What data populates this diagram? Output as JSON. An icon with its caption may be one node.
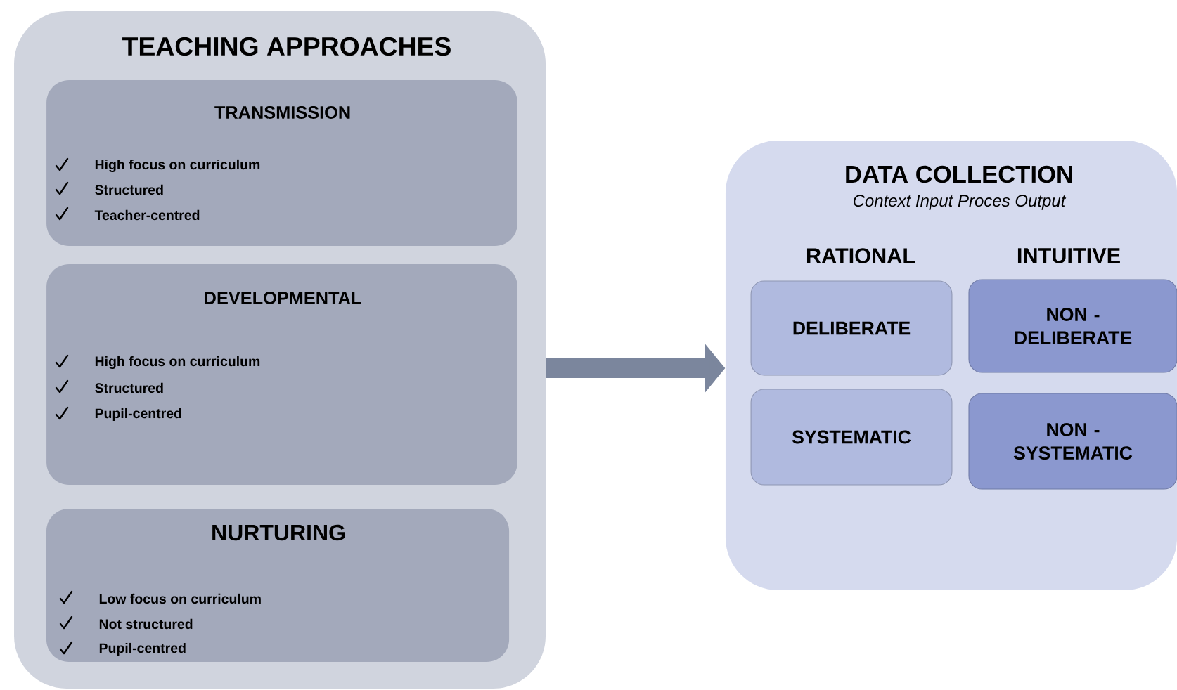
{
  "diagram": {
    "nodes": [
      {
        "text": [
          "TEACHING APPROACHES"
        ]
      },
      {
        "text": [
          "TRANSMISSION",
          "High focus on curriculum",
          "Structured",
          "Teacher-centred"
        ],
        "in": 0
      },
      {
        "text": [
          "DEVELOPMENTAL",
          "High focus on curriculum",
          "Structured",
          "Pupil-centred"
        ],
        "in": 0
      },
      {
        "text": [
          "NURTURING",
          "Low focus on curriculum",
          "Not structured",
          "Pupil-centred"
        ],
        "in": 0
      },
      {
        "text": [
          "DATA COLLECTION",
          "Context Input Proces Output",
          "RATIONAL",
          "INTUITIVE"
        ]
      },
      {
        "text": [
          "DELIBERATE"
        ],
        "in": 4
      },
      {
        "text": [
          "NON - DELIBERATE"
        ],
        "in": 4
      },
      {
        "text": [
          "SYSTEMATIC"
        ],
        "in": 4
      },
      {
        "text": [
          "NON - SYSTEMATIC"
        ],
        "in": 4
      }
    ],
    "edges": [
      {
        "from": 0,
        "to": 4,
        "arrow": "to"
      }
    ]
  }
}
